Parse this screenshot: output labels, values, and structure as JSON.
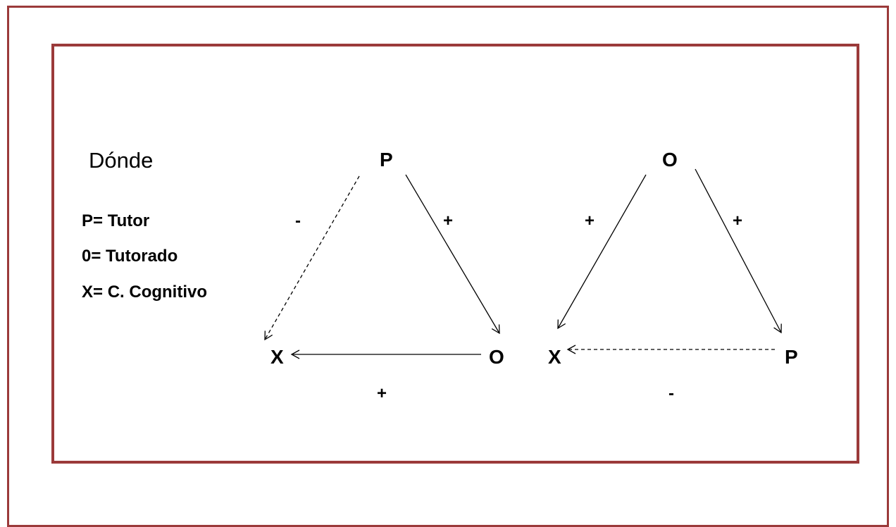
{
  "colors": {
    "frame": "#9b3a3a",
    "ink": "#000000"
  },
  "heading": "Dónde",
  "legend": [
    "P= Tutor",
    "0= Tutorado",
    "X= C. Cognitivo"
  ],
  "diagram_left": {
    "nodes": {
      "top": "P",
      "bottom_left": "X",
      "bottom_right": "O"
    },
    "signs": {
      "left_edge": "-",
      "right_edge": "+",
      "bottom_edge": "+"
    }
  },
  "diagram_right": {
    "nodes": {
      "top": "O",
      "bottom_left": "X",
      "bottom_right": "P"
    },
    "signs": {
      "left_edge": "+",
      "right_edge": "+",
      "bottom_edge": "-"
    }
  }
}
